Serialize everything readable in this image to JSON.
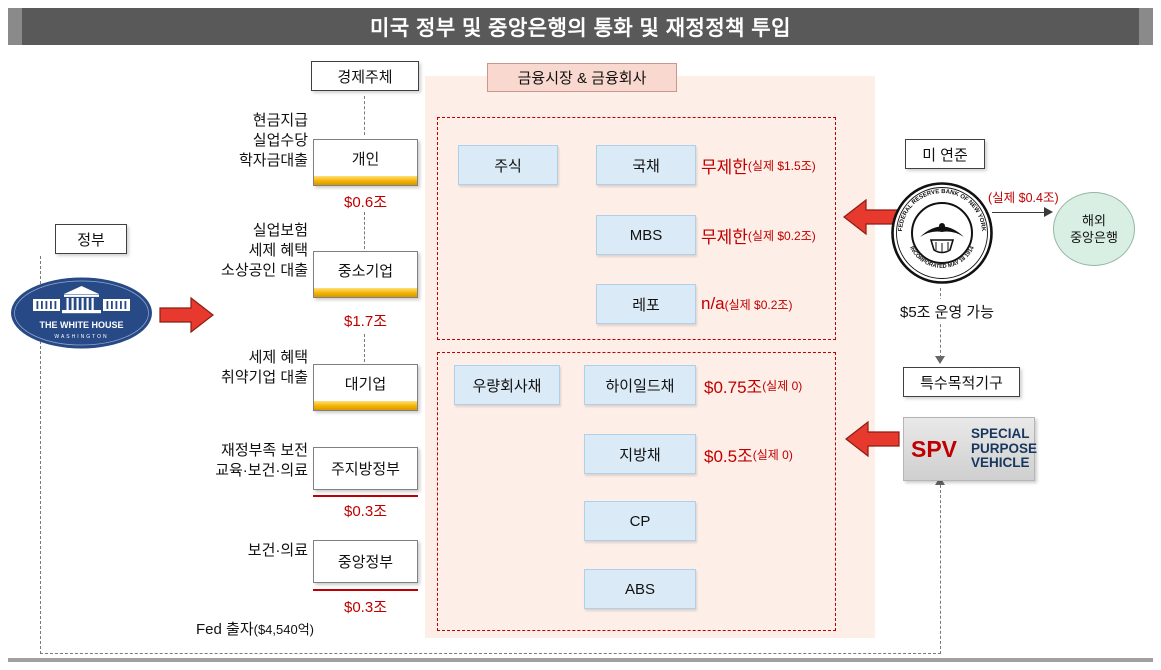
{
  "title": "미국 정부 및 중앙은행의 통화 및 재정정책 투입",
  "colors": {
    "title_bar": "#595959",
    "accent_red": "#c00000",
    "arrow_red": "#e8392f",
    "panel_pink": "#fdeee7",
    "asset_blue": "#daeaf6",
    "highlight_gold": "#f5b301",
    "foreign_green": "#d9efe3",
    "whitehouse_navy": "#274a86",
    "spv_navy": "#17375e"
  },
  "government": {
    "label": "정부",
    "seal_title": "THE WHITE HOUSE",
    "seal_subtitle": "WASHINGTON"
  },
  "agents": {
    "header": "경제주체",
    "rows": [
      {
        "desc": "현금지급\n실업수당\n학자금대출",
        "name": "개인",
        "amount": "$0.6조"
      },
      {
        "desc": "실업보험\n세제 혜택\n소상공인 대출",
        "name": "중소기업",
        "amount": "$1.7조"
      },
      {
        "desc": "세제 혜택\n취약기업 대출",
        "name": "대기업",
        "amount": ""
      },
      {
        "desc": "재정부족 보전\n교육·보건·의료",
        "name": "주지방정부",
        "amount": "$0.3조"
      },
      {
        "desc": "보건·의료",
        "name": "중앙정부",
        "amount": "$0.3조"
      }
    ]
  },
  "market": {
    "header": "금융시장 & 금융회사",
    "fed_assets": {
      "stock": "주식",
      "treasury": "국채",
      "mbs": "MBS",
      "repo": "레포"
    },
    "fed_notes": [
      {
        "main": "무제한",
        "sub": "(실제 $1.5조)"
      },
      {
        "main": "무제한",
        "sub": "(실제 $0.2조)"
      },
      {
        "main": "n/a",
        "sub": "(실제 $0.2조)"
      }
    ],
    "spv_assets": {
      "ig_corp": "우량회사채",
      "high_yield": "하이일드채",
      "muni": "지방채",
      "cp": "CP",
      "abs": "ABS"
    },
    "spv_notes": [
      {
        "main": "$0.75조",
        "sub": "(실제 0)"
      },
      {
        "main": "$0.5조",
        "sub": "(실제 0)"
      }
    ]
  },
  "fed": {
    "label": "미 연준",
    "seal_top": "FEDERAL RESERVE BANK OF NEW YORK",
    "seal_bottom": "INCORPORATED MAY 18 1914",
    "foreign_flow_note": "(실제 $0.4조)",
    "capacity": "$5조 운영 가능",
    "foreign_label": "해외\n중앙은행"
  },
  "spv": {
    "label": "특수목적기구",
    "abbr": "SPV",
    "full": "SPECIAL\nPURPOSE\nVEHICLE"
  },
  "footer": {
    "fed_funding_main": "Fed 출자",
    "fed_funding_sub": "($4,540억)"
  }
}
